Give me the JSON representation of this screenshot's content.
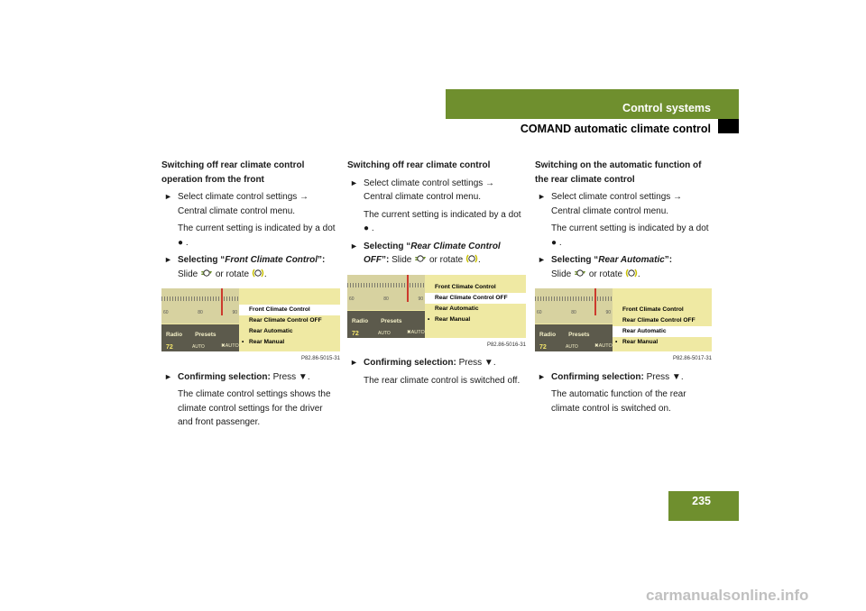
{
  "header": {
    "section": "Control systems",
    "subsection": "COMAND automatic climate control"
  },
  "page_number": "235",
  "watermark": "carmanualsonline.info",
  "screen_common": {
    "tabs": [
      "Radio",
      "Presets"
    ],
    "temp": "72",
    "auto": "AUTO",
    "fan": "AUTO",
    "scale_numbers": [
      "60",
      "80",
      "90"
    ],
    "menu": [
      "Front Climate Control",
      "Rear Climate Control OFF",
      "Rear Automatic",
      "Rear Manual"
    ]
  },
  "col1": {
    "heading": "Switching off rear climate control operation from the front",
    "step1": "Select climate control settings → Central climate control menu.",
    "note1": "The current setting is indicated by a dot ● .",
    "step2_bold": "Selecting “",
    "step2_italic": "Front Climate Control",
    "step2_bold_end": "”:",
    "step2_rest": "Slide",
    "step2_or": "or rotate",
    "figure": "P82.86-5015-31",
    "step3_bold": "Confirming selection:",
    "step3_rest": "Press",
    "note3": "The climate control settings shows the climate control settings for the driver and front passenger."
  },
  "col2": {
    "heading": "Switching off rear climate control",
    "step1": "Select climate control settings → Central climate control menu.",
    "note1": "The current setting is indicated by a dot ● .",
    "step2_bold": "Selecting “",
    "step2_italic": "Rear Climate Control OFF",
    "step2_bold_end": "”:",
    "step2_rest": "Slide",
    "step2_or": "or rotate",
    "figure": "P82.86-5016-31",
    "step3_bold": "Confirming selection:",
    "step3_rest": "Press",
    "note3": "The rear climate control is switched off."
  },
  "col3": {
    "heading": "Switching on the automatic function of the rear climate control",
    "step1": "Select climate control settings → Central climate control menu.",
    "note1": "The current setting is indicated by a dot ● .",
    "step2_bold": "Selecting “",
    "step2_italic": "Rear Automatic",
    "step2_bold_end": "”:",
    "step2_rest": "Slide",
    "step2_or": "or rotate",
    "figure": "P82.86-5017-31",
    "step3_bold": "Confirming selection:",
    "step3_rest": "Press",
    "note3": "The automatic function of the rear climate control is switched on."
  },
  "icons": {
    "arrow": "triangle-right-icon",
    "slide": "slide-controller-icon",
    "rotate": "rotate-controller-icon",
    "press": "press-controller-icon"
  },
  "colors": {
    "header_green": "#6f8f2e",
    "screen_yellow": "#efe9a3",
    "screen_dark": "#5c5a4c",
    "selection_red": "#cc3a2d"
  }
}
